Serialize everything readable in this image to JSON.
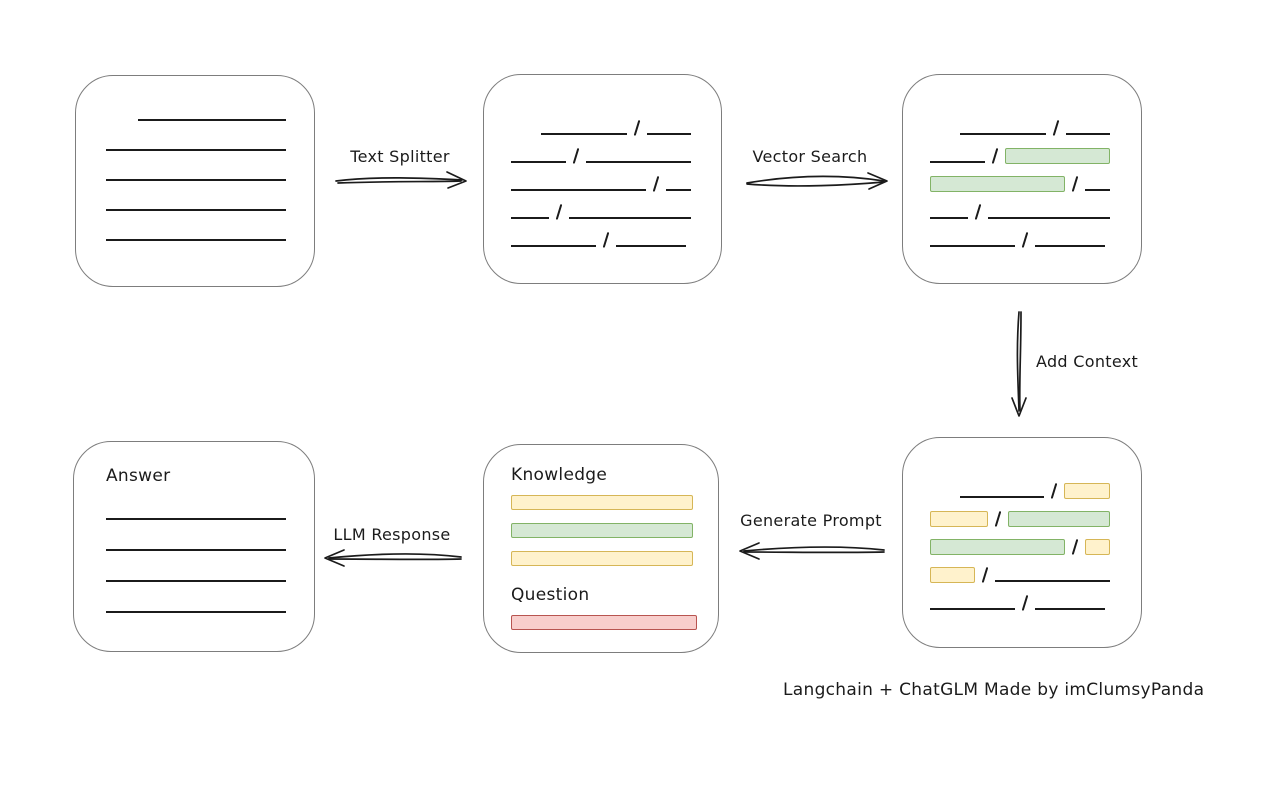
{
  "palette": {
    "bg": "#ffffff",
    "ink": "#1b1b1b",
    "node_border": "#7d7d7d",
    "green_fill": "#d5e8d4",
    "green_border": "#82b366",
    "yellow_fill": "#fff2cc",
    "yellow_border": "#d6b656",
    "red_fill": "#f8cecc",
    "red_border": "#b85450"
  },
  "arrows": {
    "text_splitter": {
      "label": "Text Splitter",
      "direction": "right"
    },
    "vector_search": {
      "label": "Vector Search",
      "direction": "right"
    },
    "add_context": {
      "label": "Add Context",
      "direction": "down"
    },
    "generate_prompt": {
      "label": "Generate Prompt",
      "direction": "left"
    },
    "llm_response": {
      "label": "LLM Response",
      "direction": "left"
    }
  },
  "nodes": {
    "document": {
      "lines": [
        {
          "w": 148,
          "indent": 32
        },
        {
          "w": 180
        },
        {
          "w": 180
        },
        {
          "w": 180
        },
        {
          "w": 180
        }
      ]
    },
    "chunks": {
      "rows": [
        {
          "indent": 30,
          "segs": [
            {
              "t": "line",
              "w": 86
            },
            {
              "t": "slash"
            },
            {
              "t": "line",
              "w": 44
            }
          ]
        },
        {
          "segs": [
            {
              "t": "line",
              "w": 55
            },
            {
              "t": "slash"
            },
            {
              "t": "line",
              "w": 105
            }
          ]
        },
        {
          "segs": [
            {
              "t": "line",
              "w": 135
            },
            {
              "t": "slash"
            },
            {
              "t": "line",
              "w": 25
            }
          ]
        },
        {
          "segs": [
            {
              "t": "line",
              "w": 38
            },
            {
              "t": "slash"
            },
            {
              "t": "line",
              "w": 122
            }
          ]
        },
        {
          "segs": [
            {
              "t": "line",
              "w": 85
            },
            {
              "t": "slash"
            },
            {
              "t": "line",
              "w": 70
            }
          ]
        }
      ]
    },
    "retrieved": {
      "rows": [
        {
          "indent": 30,
          "segs": [
            {
              "t": "line",
              "w": 86
            },
            {
              "t": "slash"
            },
            {
              "t": "line",
              "w": 44
            }
          ]
        },
        {
          "segs": [
            {
              "t": "line",
              "w": 55
            },
            {
              "t": "slash"
            },
            {
              "t": "green",
              "w": 105
            }
          ]
        },
        {
          "segs": [
            {
              "t": "green",
              "w": 135
            },
            {
              "t": "slash"
            },
            {
              "t": "line",
              "w": 25
            }
          ]
        },
        {
          "segs": [
            {
              "t": "line",
              "w": 38
            },
            {
              "t": "slash"
            },
            {
              "t": "line",
              "w": 122
            }
          ]
        },
        {
          "segs": [
            {
              "t": "line",
              "w": 85
            },
            {
              "t": "slash"
            },
            {
              "t": "line",
              "w": 70
            }
          ]
        }
      ]
    },
    "context": {
      "rows": [
        {
          "indent": 30,
          "segs": [
            {
              "t": "line",
              "w": 84
            },
            {
              "t": "slash"
            },
            {
              "t": "yellow",
              "w": 46
            }
          ]
        },
        {
          "segs": [
            {
              "t": "yellow",
              "w": 58
            },
            {
              "t": "slash"
            },
            {
              "t": "green",
              "w": 102
            }
          ]
        },
        {
          "segs": [
            {
              "t": "green",
              "w": 135
            },
            {
              "t": "slash"
            },
            {
              "t": "yellow",
              "w": 25
            }
          ]
        },
        {
          "segs": [
            {
              "t": "yellow",
              "w": 45
            },
            {
              "t": "slash"
            },
            {
              "t": "line",
              "w": 115
            }
          ]
        },
        {
          "segs": [
            {
              "t": "line",
              "w": 85
            },
            {
              "t": "slash"
            },
            {
              "t": "line",
              "w": 70
            }
          ]
        }
      ]
    },
    "prompt": {
      "knowledge_label": "Knowledge",
      "question_label": "Question",
      "knowledge_bars": [
        {
          "color": "yellow",
          "w": 182
        },
        {
          "color": "green",
          "w": 182
        },
        {
          "color": "yellow",
          "w": 182
        }
      ],
      "question_bars": [
        {
          "color": "red",
          "w": 186
        }
      ]
    },
    "answer": {
      "label": "Answer",
      "lines": [
        {
          "w": 180
        },
        {
          "w": 180
        },
        {
          "w": 180
        },
        {
          "w": 180
        }
      ]
    }
  },
  "caption": "Langchain + ChatGLM Made by imClumsyPanda"
}
